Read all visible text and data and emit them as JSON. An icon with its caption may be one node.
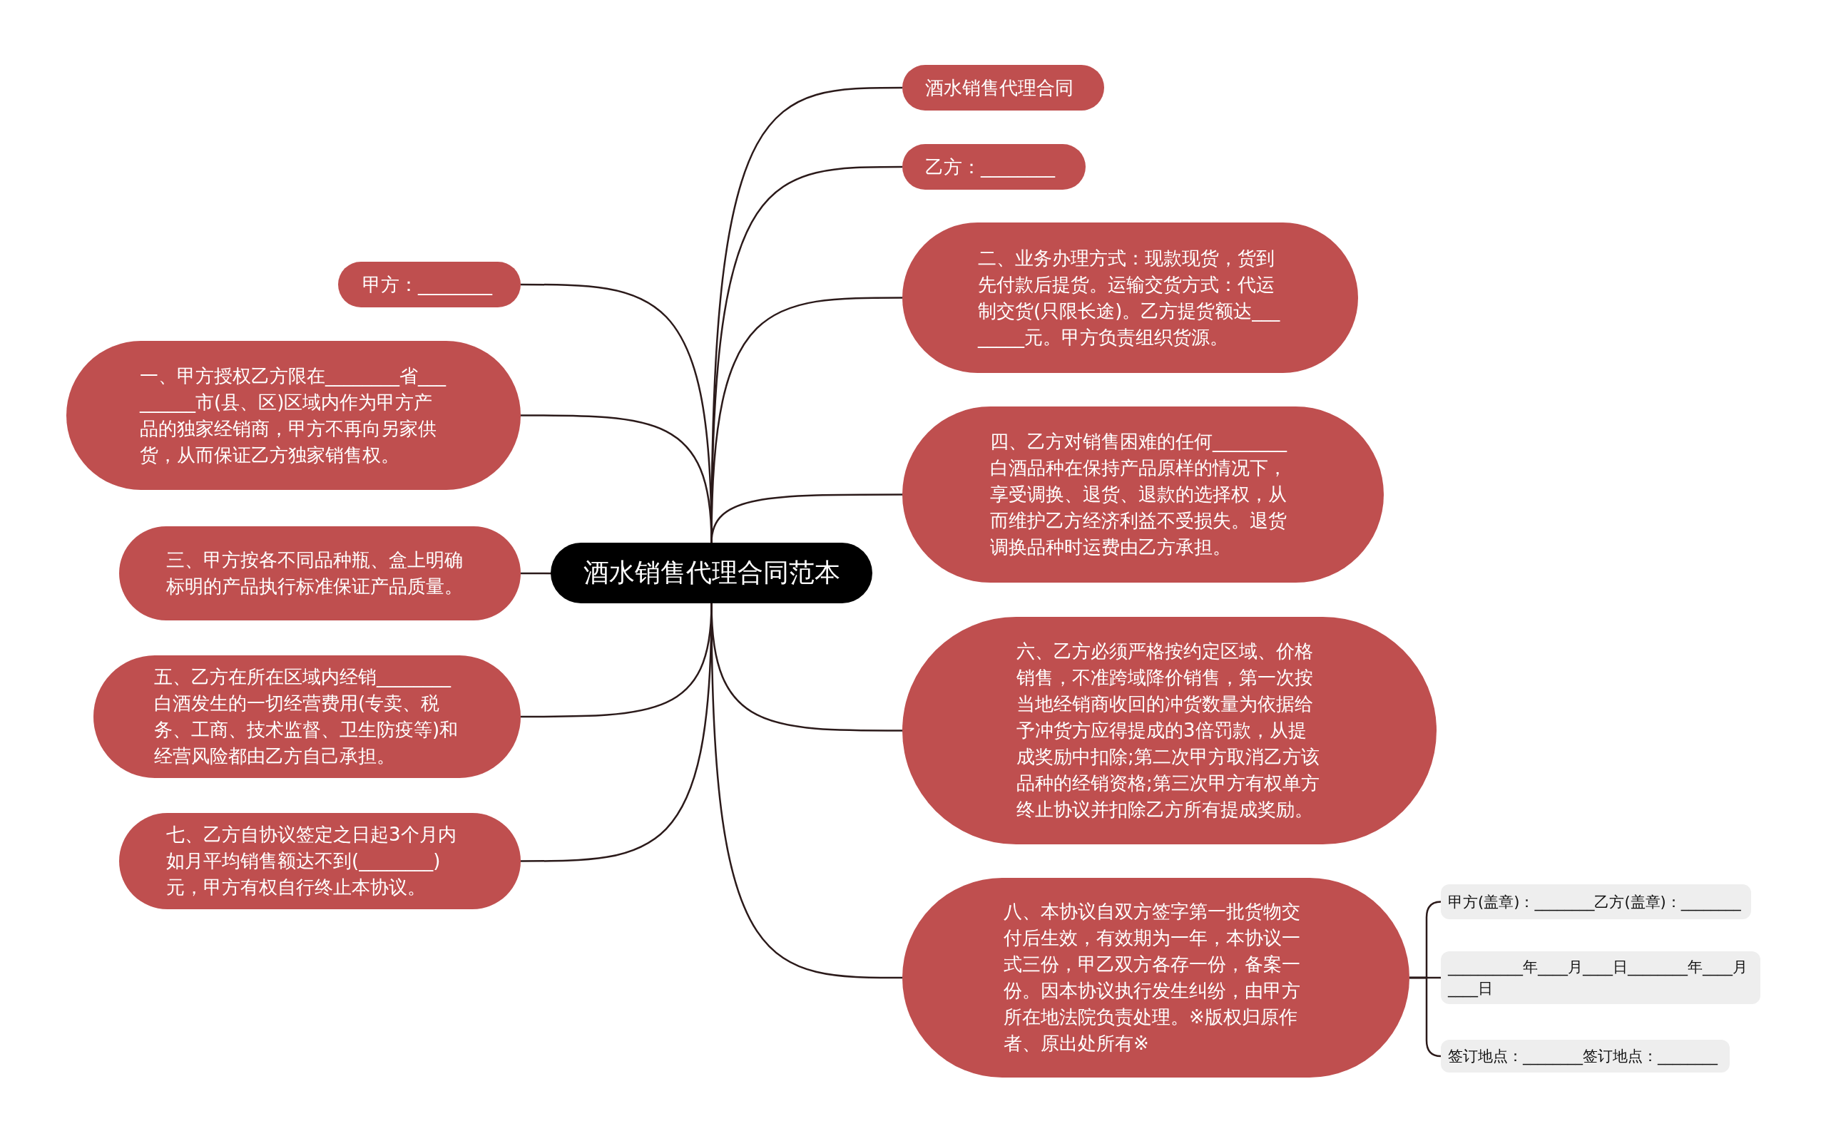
{
  "diagram": {
    "nodes": [
      {
        "text": [
          "酒水销售代理合同范本"
        ]
      },
      {
        "text": [
          "酒水销售代理合同"
        ]
      },
      {
        "text": [
          "乙方：________"
        ]
      },
      {
        "text": [
          "二、业务办理方式：现款现货，货到先付款后提货。运输交货方式：代运制交货(只限长途)。乙方提货额达________元。甲方负责组织货源。"
        ]
      },
      {
        "text": [
          "四、乙方对销售困难的任何________白酒品种在保持产品原样的情况下，享受调换、退货、退款的选择权，从而维护乙方经济利益不受损失。退货调换品种时运费由乙方承担。"
        ]
      },
      {
        "text": [
          "六、乙方必须严格按约定区域、价格销售，不准跨域降价销售，第一次按当地经销商收回的冲货数量为依据给予冲货方应得提成的3倍罚款，从提成奖励中扣除;第二次甲方取消乙方该品种的经销资格;第三次甲方有权单方终止协议并扣除乙方所有提成奖励。"
        ]
      },
      {
        "text": [
          "八、本协议自双方签字第一批货物交付后生效，有效期为一年，本协议一式三份，甲乙双方各存一份，备案一份。因本协议执行发生纠纷，由甲方所在地法院负责处理。※版权归原作者、原出处所有※"
        ]
      },
      {
        "text": [
          "甲方(盖章)：________乙方(盖章)：________"
        ]
      },
      {
        "text": [
          "__________年____月____日________年____月____日"
        ]
      },
      {
        "text": [
          "签订地点：________签订地点：________"
        ]
      },
      {
        "text": [
          "甲方：________"
        ]
      },
      {
        "text": [
          "一、甲方授权乙方限在________省_________市(县、区)区域内作为甲方产品的独家经销商，甲方不再向另家供货，从而保证乙方独家销售权。"
        ]
      },
      {
        "text": [
          "三、甲方按各不同品种瓶、盒上明确标明的产品执行标准保证产品质量。"
        ]
      },
      {
        "text": [
          "五、乙方在所在区域内经销________白酒发生的一切经营费用(专卖、税务、工商、技术监督、卫生防疫等)和经营风险都由乙方自己承担。"
        ]
      },
      {
        "text": [
          "七、乙方自协议签定之日起3个月内如月平均销售额达不到(________)元，甲方有权自行终止本协议。"
        ]
      }
    ],
    "edges": [
      {
        "from": 0,
        "to": 1,
        "arrow": "none"
      },
      {
        "from": 0,
        "to": 2,
        "arrow": "none"
      },
      {
        "from": 0,
        "to": 3,
        "arrow": "none"
      },
      {
        "from": 0,
        "to": 4,
        "arrow": "none"
      },
      {
        "from": 0,
        "to": 5,
        "arrow": "none"
      },
      {
        "from": 0,
        "to": 6,
        "arrow": "none"
      },
      {
        "from": 6,
        "to": 7,
        "arrow": "none"
      },
      {
        "from": 6,
        "to": 8,
        "arrow": "none"
      },
      {
        "from": 6,
        "to": 9,
        "arrow": "none"
      },
      {
        "from": 0,
        "to": 10,
        "arrow": "none"
      },
      {
        "from": 0,
        "to": 11,
        "arrow": "none"
      },
      {
        "from": 0,
        "to": 12,
        "arrow": "none"
      },
      {
        "from": 0,
        "to": 13,
        "arrow": "none"
      },
      {
        "from": 0,
        "to": 14,
        "arrow": "none"
      }
    ]
  }
}
